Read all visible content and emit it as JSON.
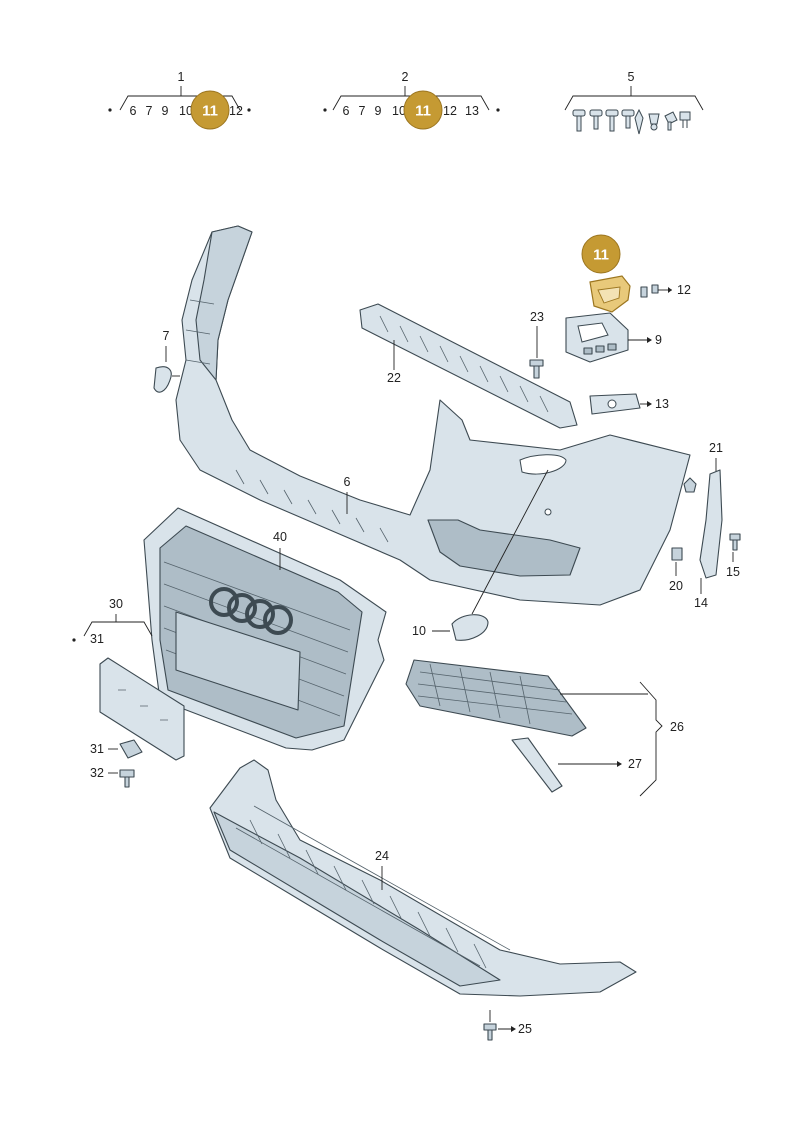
{
  "highlight_color": "#c59a33",
  "header_groups": [
    {
      "id": "1",
      "items": [
        "6",
        "7",
        "9",
        "10",
        "12"
      ],
      "badge": "11"
    },
    {
      "id": "2",
      "items": [
        "6",
        "7",
        "9",
        "10",
        "12",
        "13"
      ],
      "badge": "11"
    },
    {
      "id": "5"
    }
  ],
  "callouts": {
    "p6": "6",
    "p7": "7",
    "p9": "9",
    "p10": "10",
    "p11": "11",
    "p12": "12",
    "p13": "13",
    "p14": "14",
    "p15": "15",
    "p20": "20",
    "p21": "21",
    "p22": "22",
    "p23": "23",
    "p24": "24",
    "p25": "25",
    "p26": "26",
    "p27": "27",
    "p30": "30",
    "p31a": "31",
    "p31b": "31",
    "p32": "32",
    "p40": "40"
  },
  "icons": {
    "badge": "highlight-badge-icon",
    "bumper": "bumper-cover-icon",
    "grille": "radiator-grille-icon",
    "spoiler": "lower-spoiler-icon"
  }
}
